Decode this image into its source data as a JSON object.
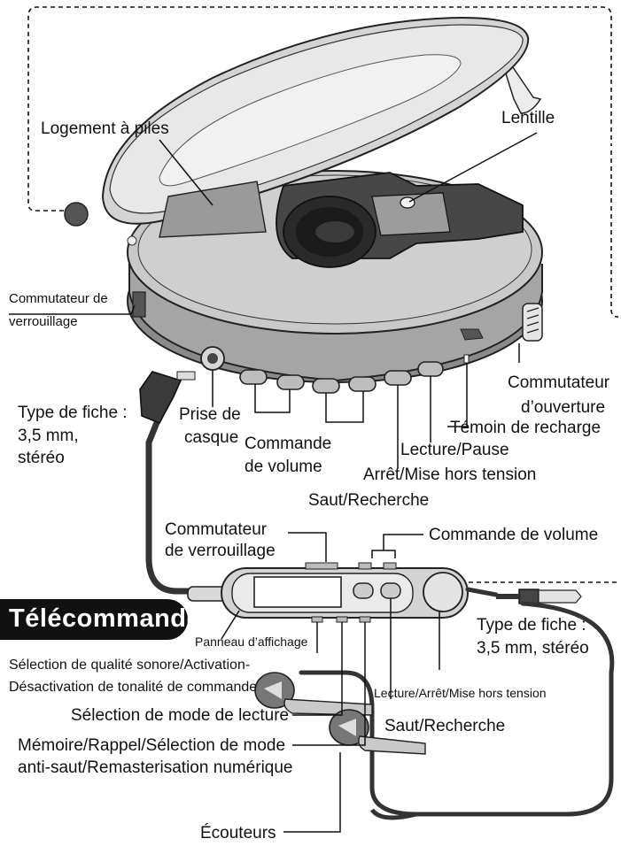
{
  "title": "Télécommande",
  "labels": {
    "battery_compartment": "Logement à piles",
    "lens": "Lentille",
    "hold_switch_player_line1": "Commutateur de",
    "hold_switch_player_line2": "verrouillage",
    "open_switch_line1": "Commutateur",
    "open_switch_line2": "d’ouverture",
    "charge_indicator": "Témoin de recharge",
    "play_pause": "Lecture/Pause",
    "stop_power_off": "Arrêt/Mise hors tension",
    "skip_search_player": "Saut/Recherche",
    "volume_player_line1": "Commande",
    "volume_player_line2": "de volume",
    "headphone_jack_line1": "Prise de",
    "headphone_jack_line2": "casque",
    "plug_type_left_line1": "Type de fiche :",
    "plug_type_left_line2": "3,5 mm,",
    "plug_type_left_line3": "stéréo",
    "hold_switch_remote_line1": "Commutateur",
    "hold_switch_remote_line2": "de verrouillage",
    "volume_remote": "Commande de volume",
    "display_panel": "Panneau d’affichage",
    "plug_type_right_line1": "Type de fiche :",
    "plug_type_right_line2": "3,5 mm, stéréo",
    "sound_quality_line1": "Sélection de qualité sonore/Activation-",
    "sound_quality_line2": "Désactivation de tonalité de commande",
    "play_stop_power": "Lecture/Arrêt/Mise hors tension",
    "play_mode": "Sélection de mode de lecture",
    "skip_search_remote": "Saut/Recherche",
    "memory_line1": "Mémoire/Rappel/Sélection de mode",
    "memory_line2": "anti-saut/Remasterisation numérique",
    "earphones": "Écouteurs"
  },
  "colors": {
    "body_light": "#d9d9d9",
    "body_mid": "#b8b8b8",
    "body_dark": "#8a8a8a",
    "tray_dark": "#4a4a4a",
    "title_bg": "#111111"
  }
}
